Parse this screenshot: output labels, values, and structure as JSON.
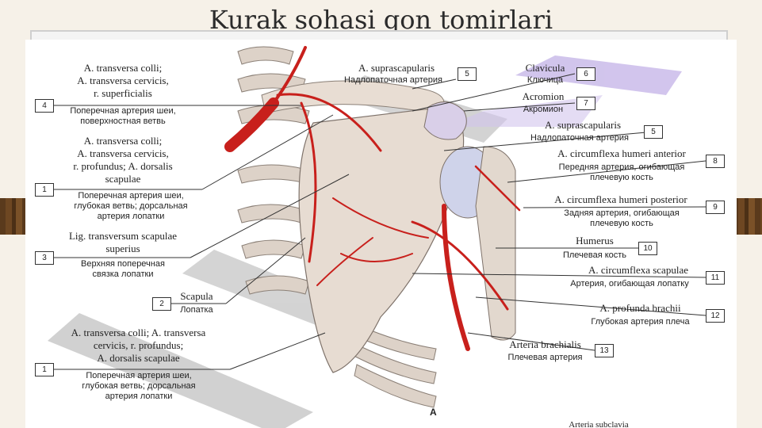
{
  "title": "Kurak sohasi qon tomirlari",
  "figure_letter": "A",
  "labels": [
    {
      "latin": "A. transversa colli;\nA. transversa cervicis,\nr. superficialis",
      "russian": "Поперечная артерия шеи,\nповерхностная ветвь",
      "number": "4"
    },
    {
      "latin": "A. transversa colli;\nA. transversa cervicis,\nr. profundus; A. dorsalis\nscapulae",
      "russian": "Поперечная артерия шеи,\nглубокая ветвь; дорсальная\nартерия лопатки",
      "number": "1"
    },
    {
      "latin": "Lig. transversum scapulae\nsuperius",
      "russian": "Верхняя поперечная\nсвязка лопатки",
      "number": "3"
    },
    {
      "latin": "Scapula",
      "russian": "Лопатка",
      "number": "2"
    },
    {
      "latin": "A. transversa colli; A. transversa\ncervicis, r. profundus;\nA. dorsalis scapulae",
      "russian": "Поперечная артерия шеи,\nглубокая ветвь; дорсальная\nартерия лопатки",
      "number": "1"
    },
    {
      "latin": "A. suprascapularis",
      "russian": "Надлопаточная артерия",
      "number": "5"
    },
    {
      "latin": "Clavicula",
      "russian": "Ключица",
      "number": "6"
    },
    {
      "latin": "Acromion",
      "russian": "Акромион",
      "number": "7"
    },
    {
      "latin": "A. suprascapularis",
      "russian": "Надлопаточная артерия",
      "number": "5"
    },
    {
      "latin": "A. circumflexa humeri anterior",
      "russian": "Передняя артерия, огибающая\nплечевую кость",
      "number": "8"
    },
    {
      "latin": "A. circumflexa humeri posterior",
      "russian": "Задняя артерия, огибающая\nплечевую кость",
      "number": "9"
    },
    {
      "latin": "Humerus",
      "russian": "Плечевая кость",
      "number": "10"
    },
    {
      "latin": "A. circumflexa scapulae",
      "russian": "Артерия, огибающая лопатку",
      "number": "11"
    },
    {
      "latin": "A. profunda brachii",
      "russian": "Глубокая артерия плеча",
      "number": "12"
    },
    {
      "latin": "Arteria brachialis",
      "russian": "Плечевая артерия",
      "number": "13"
    }
  ],
  "bottom_partial": "Arteria subclavia",
  "colors": {
    "artery": "#c8201c",
    "bone": "#e7dcd2",
    "watermark": "#b9b9b9",
    "watermark_purple": "#9b7fd6"
  }
}
